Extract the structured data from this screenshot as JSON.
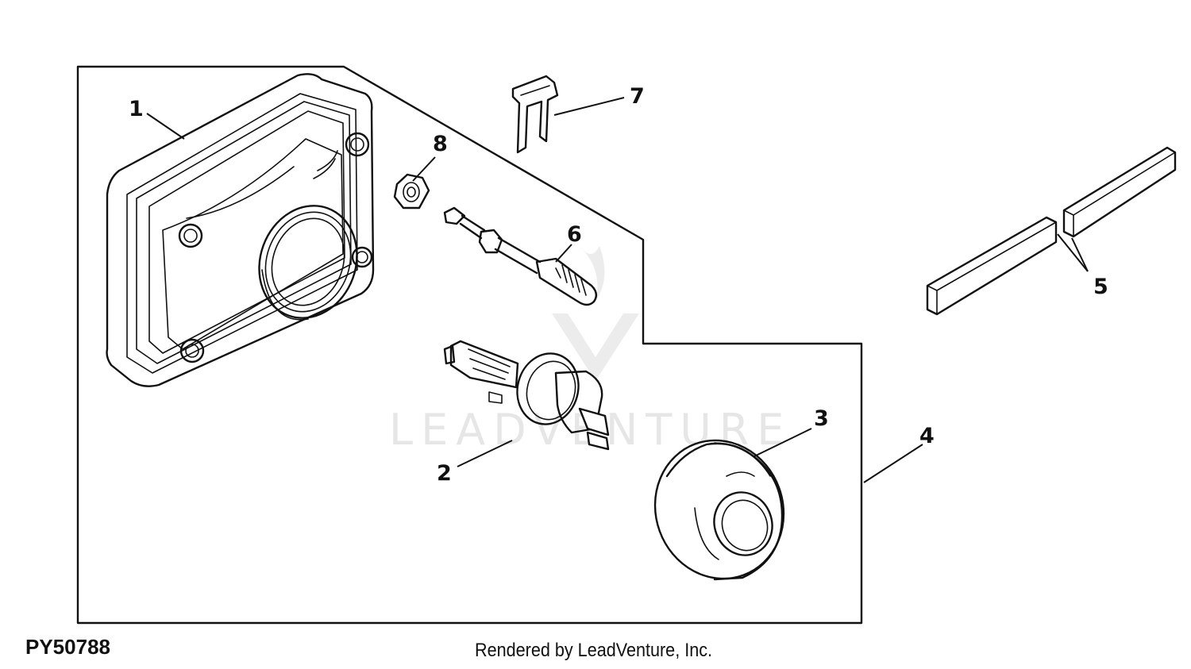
{
  "figure_code": "PY50788",
  "render_credit": "Rendered by LeadVenture, Inc.",
  "watermark": {
    "text": "LEADVENTURE"
  },
  "callouts": {
    "c1": "1",
    "c2": "2",
    "c3": "3",
    "c4": "4",
    "c5": "5",
    "c6": "6",
    "c7": "7",
    "c8": "8"
  }
}
